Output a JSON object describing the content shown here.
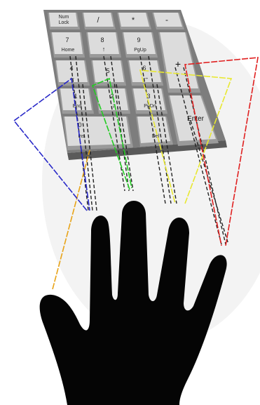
{
  "keypad": {
    "keys": {
      "num_lock": [
        "Num",
        "Lock"
      ],
      "divide": "/",
      "multiply": "*",
      "minus": "-",
      "home": [
        "7",
        "Home"
      ],
      "up": "8",
      "pgup": [
        "9",
        "PgUp"
      ],
      "plus": "+",
      "left": "4",
      "five": "5",
      "right": "6",
      "end": [
        "1",
        "End"
      ],
      "down": "2",
      "pgdn": [
        "3",
        "PgDn"
      ],
      "enter": "Enter",
      "ins": [
        "0",
        "Ins"
      ],
      "del": "Del"
    }
  },
  "colors": {
    "thumb_line": "#e8a317",
    "index_line": "#2828c8",
    "middle_line": "#22cc22",
    "ring_line": "#e8e830",
    "little_line": "#e02020",
    "hand": "#050505",
    "key_face": "#d9d9d9",
    "key_side": "#9a9a9a",
    "key_top": "#efefef"
  },
  "icons": [
    "keypad-illustration",
    "hand-silhouette"
  ]
}
